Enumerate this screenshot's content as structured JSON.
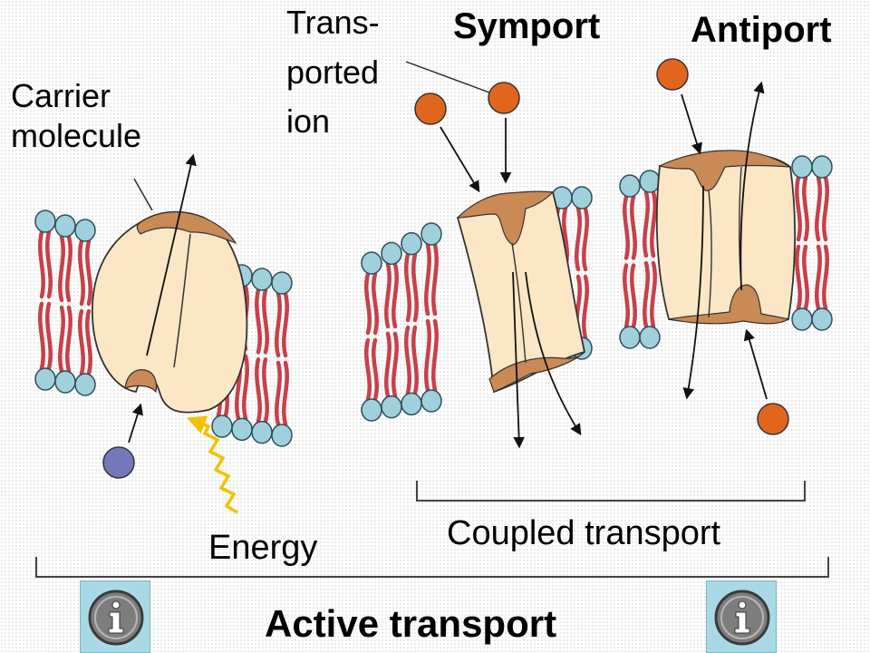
{
  "labels": {
    "carrier_molecule": [
      "Carrier",
      "molecule"
    ],
    "transported_ion": [
      "Trans-",
      "ported",
      "ion"
    ],
    "symport": "Symport",
    "antiport": "Antiport",
    "energy": "Energy",
    "coupled_transport": "Coupled transport",
    "active_transport": "Active transport"
  },
  "colors": {
    "lipid_head": "#9fd0dc",
    "lipid_tail": "#c8404a",
    "protein_body": "#fbe6c6",
    "protein_cap": "#c98a55",
    "ion_orange": "#e0661e",
    "ion_blue": "#7477b8",
    "energy_arrow": "#f2c200",
    "info_button": "#a9d9e6"
  },
  "buttons": {
    "left_icon": "info-icon",
    "right_icon": "info-icon"
  }
}
